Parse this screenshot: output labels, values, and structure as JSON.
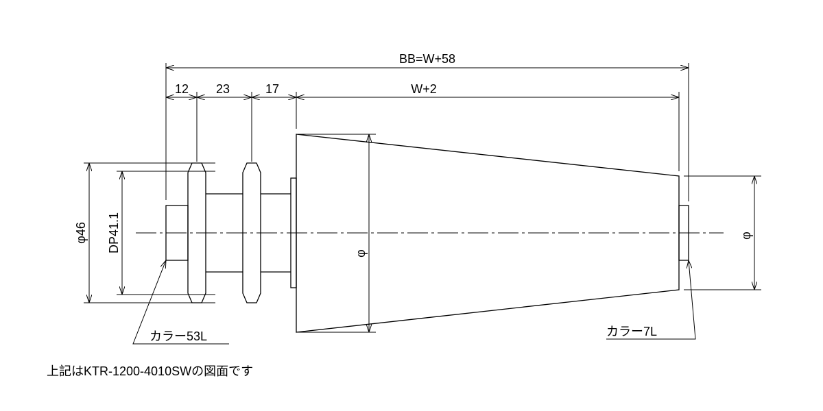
{
  "dimensions": {
    "overall": "BB=W+58",
    "seg_12": "12",
    "seg_23": "23",
    "seg_17": "17",
    "seg_w2": "W+2",
    "dia_46": "φ46",
    "dp": "DP41.1",
    "dia_roller": "φ",
    "dia_end": "φ"
  },
  "labels": {
    "collar_left": "カラー53L",
    "collar_right": "カラー7L"
  },
  "note": "上記はKTR-1200-4010SWの図面です"
}
